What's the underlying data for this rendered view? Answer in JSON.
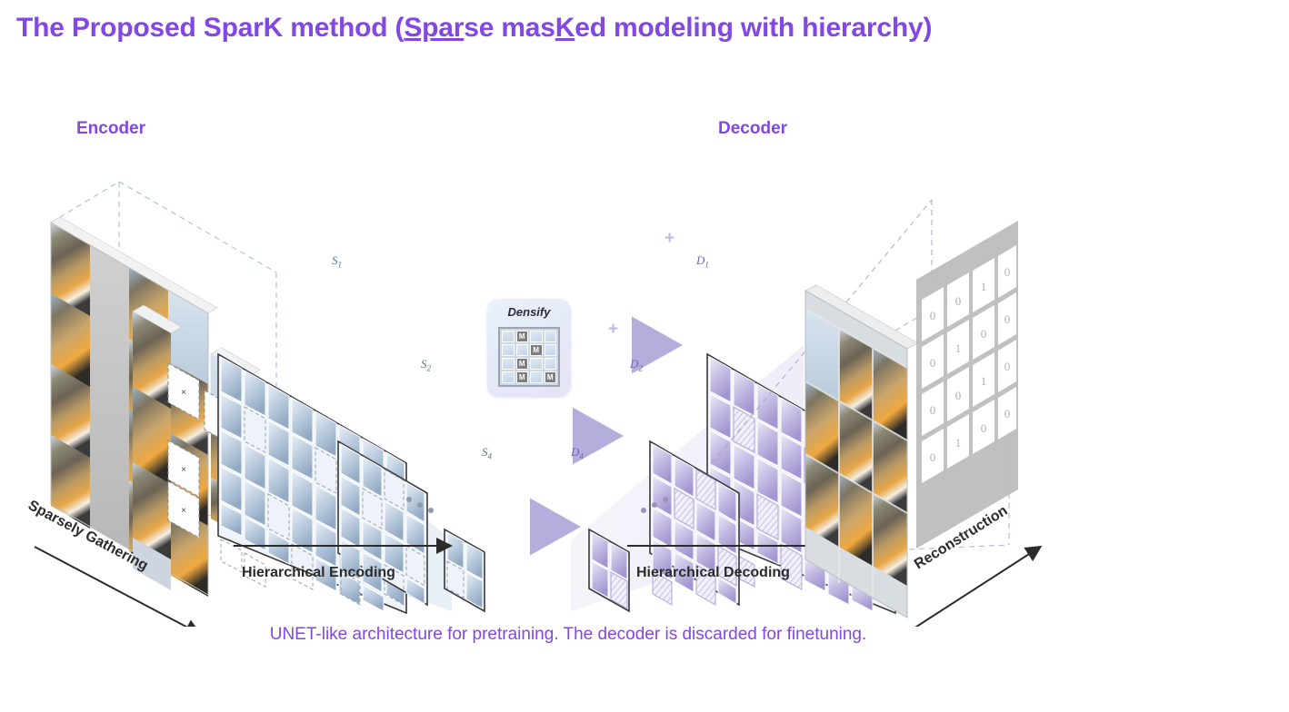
{
  "title": {
    "full": "The Proposed SparK method (Sparse masKed modeling with hierarchy)",
    "part_1": "The Proposed SparK method (",
    "underline_1": "Spar",
    "part_2": "se mas",
    "underline_2": "K",
    "part_3": "ed modeling with hierarchy)"
  },
  "headings": {
    "encoder": "Encoder",
    "decoder": "Decoder"
  },
  "caption": "UNET-like architecture for pretraining. The decoder is discarded for finetuning.",
  "flow_labels": {
    "sparsely_gathering": "Sparsely Gathering",
    "hierarchical_encoding": "Hierarchical Encoding",
    "hierarchical_decoding": "Hierarchical Decoding",
    "reconstruction": "Reconstruction"
  },
  "densify": {
    "label": "Densify",
    "mask_token": "M",
    "grid": [
      [
        "",
        "M",
        "",
        ""
      ],
      [
        "",
        "",
        "M",
        ""
      ],
      [
        "",
        "M",
        "",
        ""
      ],
      [
        "",
        "M",
        "",
        "M"
      ]
    ]
  },
  "encoder_stages": [
    {
      "id": "S1",
      "letter": "S",
      "index": "1"
    },
    {
      "id": "S2",
      "letter": "S",
      "index": "2"
    },
    {
      "id": "S4",
      "letter": "S",
      "index": "4"
    }
  ],
  "decoder_stages": [
    {
      "id": "D1",
      "letter": "D",
      "index": "1"
    },
    {
      "id": "D2",
      "letter": "D",
      "index": "2"
    },
    {
      "id": "D4",
      "letter": "D",
      "index": "4"
    }
  ],
  "ellipsis": "• • •",
  "skip_connection_symbol": "+",
  "masked_patch_symbol": "×",
  "binary_mask": {
    "rows": [
      [
        "0",
        "0",
        "1",
        "0"
      ],
      [
        "0",
        "1",
        "0",
        "0"
      ],
      [
        "0",
        "0",
        "1",
        "0"
      ],
      [
        "0",
        "1",
        "0",
        "0"
      ]
    ]
  },
  "colors": {
    "accent_purple": "#8247E5",
    "encoder_blue": "#8fa8c4",
    "decoder_purple": "#a99ed6",
    "mask_gray": "#b3b3b3",
    "arrow_dark": "#2b2b2b",
    "background": "#ffffff"
  }
}
